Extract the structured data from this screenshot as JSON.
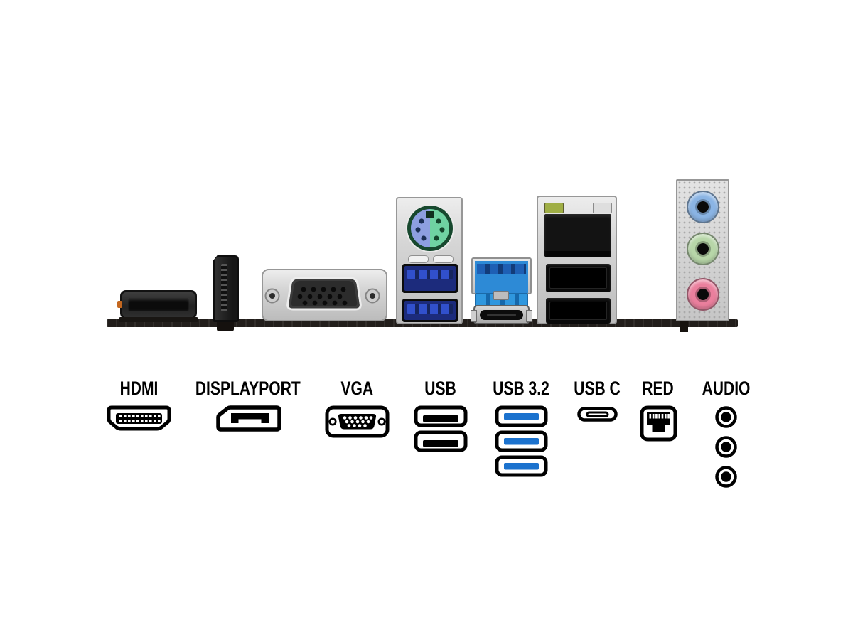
{
  "legend": {
    "items": [
      {
        "label": "HDMI",
        "icon": "hdmi-connector-icon",
        "port_count": 1
      },
      {
        "label": "DISPLAYPORT",
        "icon": "displayport-connector-icon",
        "port_count": 1
      },
      {
        "label": "VGA",
        "icon": "vga-connector-icon",
        "port_count": 1
      },
      {
        "label": "USB",
        "icon": "usb-port-icon",
        "port_count": 2
      },
      {
        "label": "USB 3.2",
        "icon": "usb3-port-icon",
        "port_count": 3
      },
      {
        "label": "USB C",
        "icon": "usb-c-port-icon",
        "port_count": 1
      },
      {
        "label": "RED",
        "icon": "ethernet-port-icon",
        "port_count": 1
      },
      {
        "label": "AUDIO",
        "icon": "audio-jack-icon",
        "port_count": 3
      }
    ]
  },
  "colors": {
    "legend_ink": "#000000",
    "usb32_bar_blue": "#1b72ce",
    "ps2_purple_half": "#8d9fe0",
    "ps2_green_half": "#6fd2a2",
    "audio_jack_blue": "#8ab4e4",
    "audio_jack_green": "#b7d6a8",
    "audio_jack_pink": "#ea7f9d",
    "usb3_photo_blue": "#2d8ad6",
    "lan_led_green": "#9fae45"
  },
  "rear_panel_ports": [
    "hdmi-port",
    "displayport-port",
    "vga-port",
    "ps2-combo-port",
    "usb3-type-a-ports",
    "usb32-type-a-port",
    "usb-type-c-port",
    "ethernet-rj45-port",
    "usb2-type-a-ports",
    "audio-jacks"
  ]
}
